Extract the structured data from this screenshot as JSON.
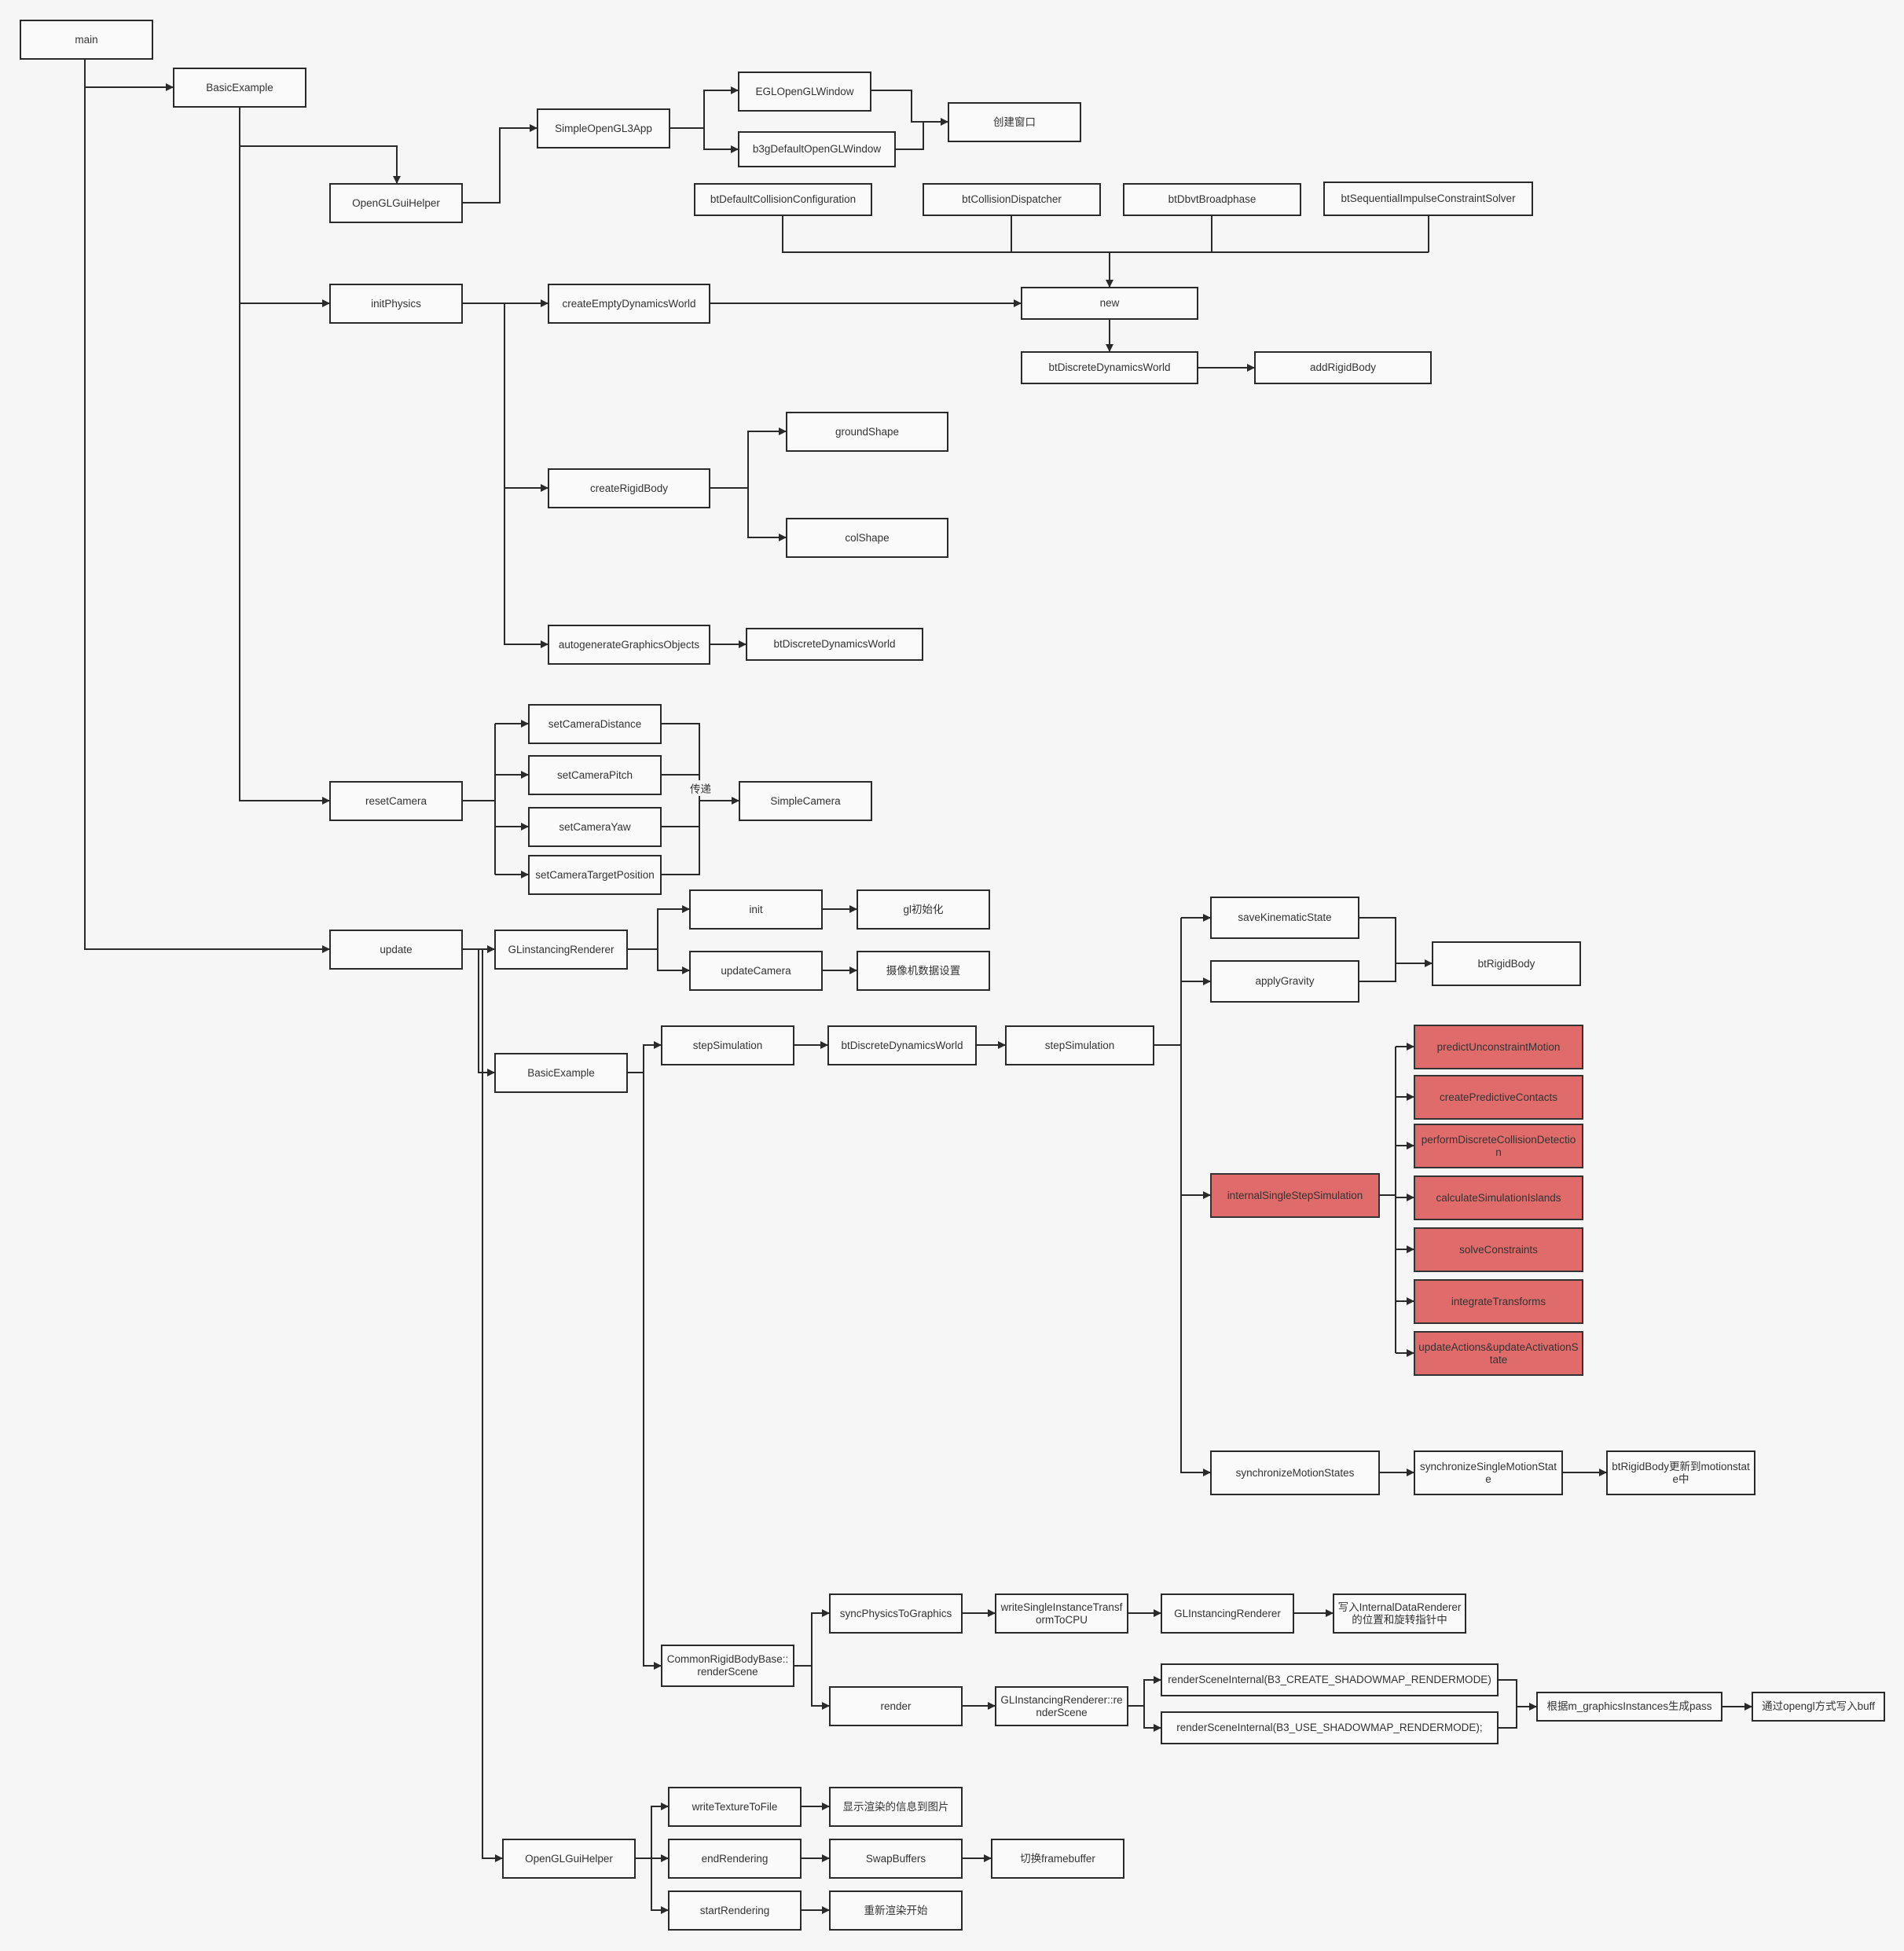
{
  "nodes": [
    {
      "id": "main",
      "text": "main"
    },
    {
      "id": "basicexample1",
      "text": "BasicExample"
    },
    {
      "id": "opengluihelper1",
      "text": "OpenGLGuiHelper"
    },
    {
      "id": "simpleopengl3app",
      "text": "SimpleOpenGL3App"
    },
    {
      "id": "eglopenglwindow",
      "text": "EGLOpenGLWindow"
    },
    {
      "id": "b3gdefaultopenglwindow",
      "text": "b3gDefaultOpenGLWindow"
    },
    {
      "id": "create-window",
      "text": "创建窗口"
    },
    {
      "id": "btdefaultcollisionconfiguration",
      "text": "btDefaultCollisionConfiguration"
    },
    {
      "id": "btcollisiondispatcher",
      "text": "btCollisionDispatcher"
    },
    {
      "id": "btdbvtbroadphase",
      "text": "btDbvtBroadphase"
    },
    {
      "id": "btsequentialimpulseconstraintsolver",
      "text": "btSequentialImpulseConstraintSolver"
    },
    {
      "id": "initphysics",
      "text": "initPhysics"
    },
    {
      "id": "createemptydynamicsworld",
      "text": "createEmptyDynamicsWorld"
    },
    {
      "id": "new",
      "text": "new"
    },
    {
      "id": "btdiscretedynamicsworld1",
      "text": "btDiscreteDynamicsWorld"
    },
    {
      "id": "addrigidbody",
      "text": "addRigidBody"
    },
    {
      "id": "createrigidbody",
      "text": "createRigidBody"
    },
    {
      "id": "groundshape",
      "text": "groundShape"
    },
    {
      "id": "colshape",
      "text": "colShape"
    },
    {
      "id": "autogenerategraphicsobjects",
      "text": "autogenerateGraphicsObjects"
    },
    {
      "id": "btdiscretedynamicsworld2",
      "text": "btDiscreteDynamicsWorld"
    },
    {
      "id": "resetcamera",
      "text": "resetCamera"
    },
    {
      "id": "setcameradistance",
      "text": "setCameraDistance"
    },
    {
      "id": "setcamerapitch",
      "text": "setCameraPitch"
    },
    {
      "id": "setcamerayaw",
      "text": "setCameraYaw"
    },
    {
      "id": "setcameratargetposition",
      "text": "setCameraTargetPosition"
    },
    {
      "id": "simplecamera",
      "text": "SimpleCamera"
    },
    {
      "id": "update",
      "text": "update"
    },
    {
      "id": "glinstancingrenderer1",
      "text": "GLinstancingRenderer"
    },
    {
      "id": "init",
      "text": "init"
    },
    {
      "id": "gl-init",
      "text": "gl初始化"
    },
    {
      "id": "updatecamera",
      "text": "updateCamera"
    },
    {
      "id": "camera-data",
      "text": "摄像机数据设置"
    },
    {
      "id": "basicexample2",
      "text": "BasicExample"
    },
    {
      "id": "stepsimulation1",
      "text": "stepSimulation"
    },
    {
      "id": "btdiscretedynamicsworld3",
      "text": "btDiscreteDynamicsWorld"
    },
    {
      "id": "stepsimulation2",
      "text": "stepSimulation"
    },
    {
      "id": "savekinematicstate",
      "text": "saveKinematicState"
    },
    {
      "id": "applygravity",
      "text": "applyGravity"
    },
    {
      "id": "btrigidbody",
      "text": "btRigidBody"
    },
    {
      "id": "internalsinglestepsimulation",
      "text": "internalSingleStepSimulation"
    },
    {
      "id": "predictunconstraintmotion",
      "text": "predictUnconstraintMotion"
    },
    {
      "id": "createpredictivecontacts",
      "text": "createPredictiveContacts"
    },
    {
      "id": "performdiscretecollisiondetection",
      "text": "performDiscreteCollisionDetection"
    },
    {
      "id": "calculatesimulationislands",
      "text": "calculateSimulationIslands"
    },
    {
      "id": "solveconstraints",
      "text": "solveConstraints"
    },
    {
      "id": "integratetransforms",
      "text": "integrateTransforms"
    },
    {
      "id": "updateactions",
      "text": "updateActions&updateActivationState"
    },
    {
      "id": "synchronizemotionstates",
      "text": "synchronizeMotionStates"
    },
    {
      "id": "synchronizesinglemotionstate",
      "text": "synchronizeSingleMotionState"
    },
    {
      "id": "btrigidbody-update",
      "text": "btRigidBody更新到motionstate中"
    },
    {
      "id": "commonrigidbodybase",
      "text": "CommonRigidBodyBase::renderScene"
    },
    {
      "id": "syncphysicstographics",
      "text": "syncPhysicsToGraphics"
    },
    {
      "id": "writesingleinstance",
      "text": "writeSingleInstanceTransformToCPU"
    },
    {
      "id": "glinstancingrenderer2",
      "text": "GLInstancingRenderer"
    },
    {
      "id": "write-internal",
      "text": "写入InternalDataRenderer的位置和旋转指针中"
    },
    {
      "id": "render",
      "text": "render"
    },
    {
      "id": "glinstancingrenderer-renderscene",
      "text": "GLInstancingRenderer::renderScene"
    },
    {
      "id": "rendersceneinternal-create",
      "text": "renderSceneInternal(B3_CREATE_SHADOWMAP_RENDERMODE)"
    },
    {
      "id": "rendersceneinternal-use",
      "text": "renderSceneInternal(B3_USE_SHADOWMAP_RENDERMODE);"
    },
    {
      "id": "graphicsinstances-pass",
      "text": "根据m_graphicsInstances生成pass"
    },
    {
      "id": "opengl-write",
      "text": "通过opengl方式写入buff"
    },
    {
      "id": "opengluihelper2",
      "text": "OpenGLGuiHelper"
    },
    {
      "id": "writetexturetofile",
      "text": "writeTextureToFile"
    },
    {
      "id": "show-render-info",
      "text": "显示渲染的信息到图片"
    },
    {
      "id": "endrendering",
      "text": "endRendering"
    },
    {
      "id": "swapbuffers",
      "text": "SwapBuffers"
    },
    {
      "id": "switch-framebuffer",
      "text": "切换framebuffer"
    },
    {
      "id": "startrendering",
      "text": "startRendering"
    },
    {
      "id": "restart-render",
      "text": "重新渲染开始"
    }
  ],
  "edge_labels": [
    {
      "id": "pass-label",
      "text": "传递"
    }
  ],
  "colors": {
    "highlight": "#e06b6b",
    "line": "#2a2a2a",
    "background": "#f6f6f6"
  }
}
